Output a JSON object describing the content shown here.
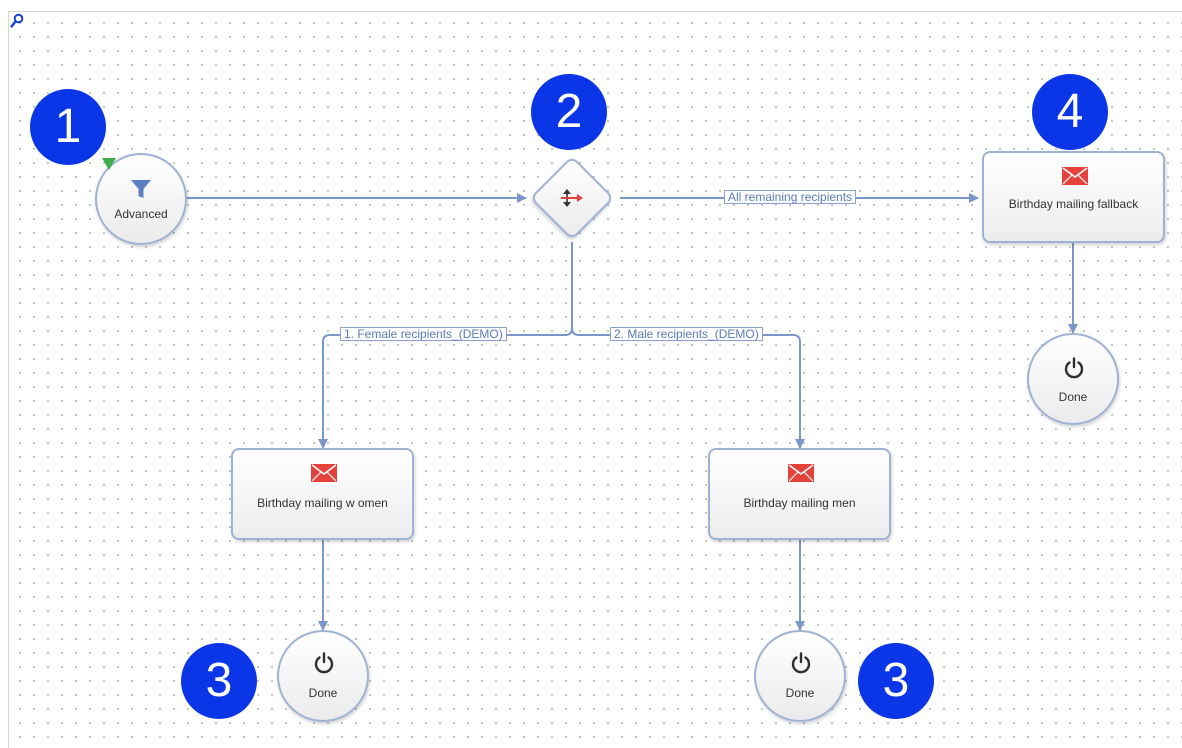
{
  "diagram": {
    "nodes": {
      "start": {
        "label": "Advanced",
        "icon": "funnel-icon",
        "marker": "filter-marker-icon"
      },
      "split": {
        "icon": "split-arrows-icon"
      },
      "mail_women": {
        "label": "Birthday mailing w omen",
        "icon": "envelope-icon"
      },
      "mail_men": {
        "label": "Birthday mailing men",
        "icon": "envelope-icon"
      },
      "mail_fallback": {
        "label": "Birthday mailing fallback",
        "icon": "envelope-icon"
      },
      "done_women": {
        "label": "Done",
        "icon": "power-icon"
      },
      "done_men": {
        "label": "Done",
        "icon": "power-icon"
      },
      "done_fallback": {
        "label": "Done",
        "icon": "power-icon"
      }
    },
    "edge_labels": {
      "remaining": "All remaining recipients",
      "female": "1. Female recipients_(DEMO)",
      "male": "2. Male recipients_(DEMO)"
    },
    "badges": {
      "one": "1",
      "two": "2",
      "three_left": "3",
      "three_right": "3",
      "four": "4"
    }
  },
  "colors": {
    "badge": "#0b36e8",
    "edge": "#7b96c8",
    "node_border": "#9eb2d4",
    "funnel": "#5b7fc5",
    "envelope": "#e5413b",
    "marker": "#3fae49"
  }
}
